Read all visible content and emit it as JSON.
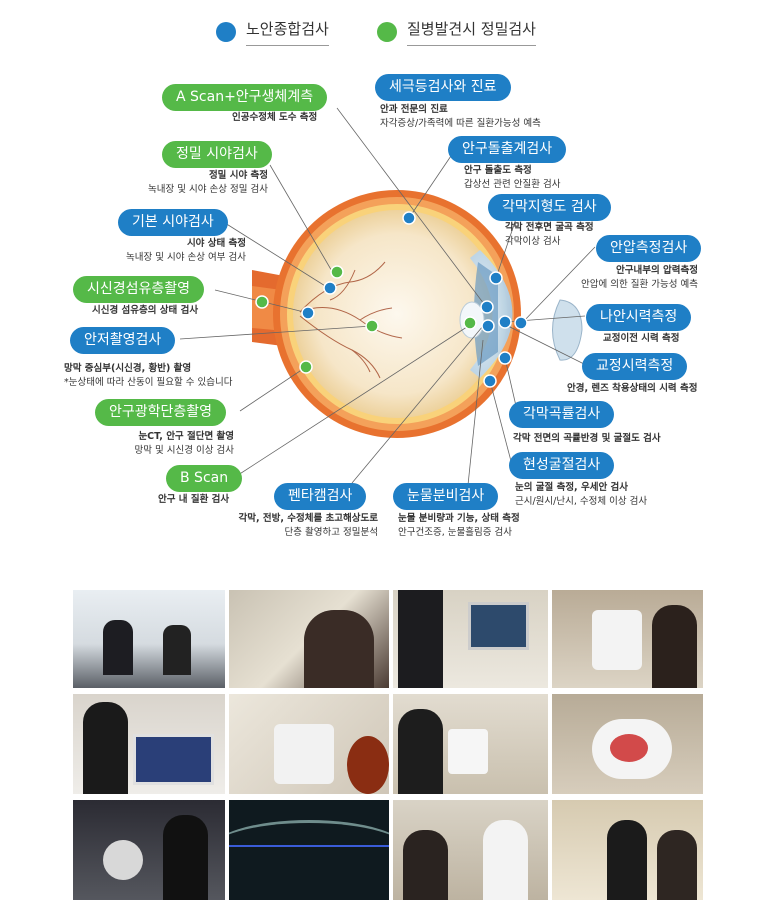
{
  "legend": {
    "basic": {
      "label": "노안종합검사",
      "color": "#1f7fc6"
    },
    "precise": {
      "label": "질병발견시 정밀검사",
      "color": "#55b948"
    }
  },
  "exams": [
    {
      "label": "A Scan+안구생체계측",
      "type": "precise",
      "desc1": "인공수정체 도수 측정",
      "desc2": ""
    },
    {
      "label": "세극등검사와 진료",
      "type": "basic",
      "desc1": "안과 전문의 진료",
      "desc2": "자각증상/가족력에 따른 질환가능성 예측"
    },
    {
      "label": "정밀 시야검사",
      "type": "precise",
      "desc1": "정밀 시야 측정",
      "desc2": "녹내장 및 시야 손상 정밀 검사"
    },
    {
      "label": "안구돌출계검사",
      "type": "basic",
      "desc1": "안구 돌출도 측정",
      "desc2": "갑상선 관련 안질환 검사"
    },
    {
      "label": "기본 시야검사",
      "type": "basic",
      "desc1": "시야 상태 측정",
      "desc2": "녹내장 및 시야 손상 여부 검사"
    },
    {
      "label": "각막지형도 검사",
      "type": "basic",
      "desc1": "각막 전후면 굴곡 측정",
      "desc2": "각막이상 검사"
    },
    {
      "label": "안압측정검사",
      "type": "basic",
      "desc1": "안구내부의 압력측정",
      "desc2": "안압에 의한 질환 가능성 예측"
    },
    {
      "label": "시신경섬유층촬영",
      "type": "precise",
      "desc1": "시신경 섬유층의 상태 검사",
      "desc2": ""
    },
    {
      "label": "나안시력측정",
      "type": "basic",
      "desc1": "교정이전 시력 측정",
      "desc2": ""
    },
    {
      "label": "안저촬영검사",
      "type": "basic",
      "desc1": "망막 중심부(시신경, 황반) 촬영",
      "desc2": "*눈상태에 따라 산동이 필요할 수 있습니다"
    },
    {
      "label": "교정시력측정",
      "type": "basic",
      "desc1": "안경, 렌즈 착용상태의 시력 측정",
      "desc2": ""
    },
    {
      "label": "안구광학단층촬영",
      "type": "precise",
      "desc1": "눈CT, 안구 절단면 촬영",
      "desc2": "망막 및 시신경 이상 검사"
    },
    {
      "label": "각막곡률검사",
      "type": "basic",
      "desc1": "각막 전면의 곡률반경 및 굴절도 검사",
      "desc2": ""
    },
    {
      "label": "현성굴절검사",
      "type": "basic",
      "desc1": "눈의 굴절 측정, 우세안 검사",
      "desc2": "근시/원시/난시, 수정체 이상 검사"
    },
    {
      "label": "B Scan",
      "type": "precise",
      "desc1": "안구 내 질환 검사",
      "desc2": ""
    },
    {
      "label": "펜타캠검사",
      "type": "basic",
      "desc1": "각막, 전방, 수정체를 초고해상도로",
      "desc2": "단층 촬영하고 정밀분석"
    },
    {
      "label": "눈물분비검사",
      "type": "basic",
      "desc1": "눈물 분비량과 기능, 상태 측정",
      "desc2": "안구건조증, 눈물흘림증 검사"
    }
  ],
  "photos": [
    {
      "name": "reception-desk"
    },
    {
      "name": "autorefractor-exam"
    },
    {
      "name": "monitor-exam"
    },
    {
      "name": "tonometer-exam"
    },
    {
      "name": "oct-analysis"
    },
    {
      "name": "fundus-camera"
    },
    {
      "name": "topography-exam"
    },
    {
      "name": "perimeter-exam"
    },
    {
      "name": "slit-lamp-staff"
    },
    {
      "name": "oct-scan-image"
    },
    {
      "name": "doctor-consult"
    },
    {
      "name": "counseling-desk"
    }
  ]
}
